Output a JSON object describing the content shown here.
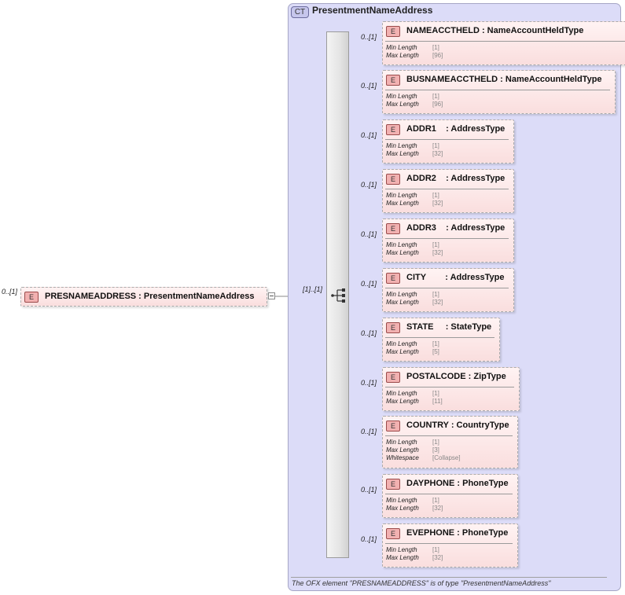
{
  "complex_type": {
    "badge": "CT",
    "title": "PresentmentNameAddress"
  },
  "root_element": {
    "badge": "E",
    "label": "PRESNAMEADDRESS : PresentmentNameAddress",
    "multiplicity": "0..[1]"
  },
  "sequence": {
    "multiplicity": "[1]..[1]"
  },
  "footer": "The OFX element \"PRESNAMEADDRESS\" is of type \"PresentmentNameAddress\"",
  "elements": [
    {
      "badge": "E",
      "label": "NAMEACCTHELD : NameAccountHeldType",
      "multiplicity": "0..[1]",
      "facets": [
        {
          "name": "Min Length",
          "value": "[1]"
        },
        {
          "name": "Max Length",
          "value": "[96]"
        }
      ]
    },
    {
      "badge": "E",
      "label": "BUSNAMEACCTHELD : NameAccountHeldType",
      "multiplicity": "0..[1]",
      "facets": [
        {
          "name": "Min Length",
          "value": "[1]"
        },
        {
          "name": "Max Length",
          "value": "[96]"
        }
      ]
    },
    {
      "badge": "E",
      "label": "ADDR1    : AddressType",
      "multiplicity": "0..[1]",
      "facets": [
        {
          "name": "Min Length",
          "value": "[1]"
        },
        {
          "name": "Max Length",
          "value": "[32]"
        }
      ]
    },
    {
      "badge": "E",
      "label": "ADDR2    : AddressType",
      "multiplicity": "0..[1]",
      "facets": [
        {
          "name": "Min Length",
          "value": "[1]"
        },
        {
          "name": "Max Length",
          "value": "[32]"
        }
      ]
    },
    {
      "badge": "E",
      "label": "ADDR3    : AddressType",
      "multiplicity": "0..[1]",
      "facets": [
        {
          "name": "Min Length",
          "value": "[1]"
        },
        {
          "name": "Max Length",
          "value": "[32]"
        }
      ]
    },
    {
      "badge": "E",
      "label": "CITY        : AddressType",
      "multiplicity": "0..[1]",
      "facets": [
        {
          "name": "Min Length",
          "value": "[1]"
        },
        {
          "name": "Max Length",
          "value": "[32]"
        }
      ]
    },
    {
      "badge": "E",
      "label": "STATE     : StateType",
      "multiplicity": "0..[1]",
      "facets": [
        {
          "name": "Min Length",
          "value": "[1]"
        },
        {
          "name": "Max Length",
          "value": "[5]"
        }
      ]
    },
    {
      "badge": "E",
      "label": "POSTALCODE : ZipType",
      "multiplicity": "0..[1]",
      "facets": [
        {
          "name": "Min Length",
          "value": "[1]"
        },
        {
          "name": "Max Length",
          "value": "[11]"
        }
      ]
    },
    {
      "badge": "E",
      "label": "COUNTRY : CountryType",
      "multiplicity": "0..[1]",
      "facets": [
        {
          "name": "Min Length",
          "value": "[1]"
        },
        {
          "name": "Max Length",
          "value": "[3]"
        },
        {
          "name": "Whitespace",
          "value": "[Collapse]"
        }
      ]
    },
    {
      "badge": "E",
      "label": "DAYPHONE : PhoneType",
      "multiplicity": "0..[1]",
      "facets": [
        {
          "name": "Min Length",
          "value": "[1]"
        },
        {
          "name": "Max Length",
          "value": "[32]"
        }
      ]
    },
    {
      "badge": "E",
      "label": "EVEPHONE : PhoneType",
      "multiplicity": "0..[1]",
      "facets": [
        {
          "name": "Min Length",
          "value": "[1]"
        },
        {
          "name": "Max Length",
          "value": "[32]"
        }
      ]
    }
  ]
}
